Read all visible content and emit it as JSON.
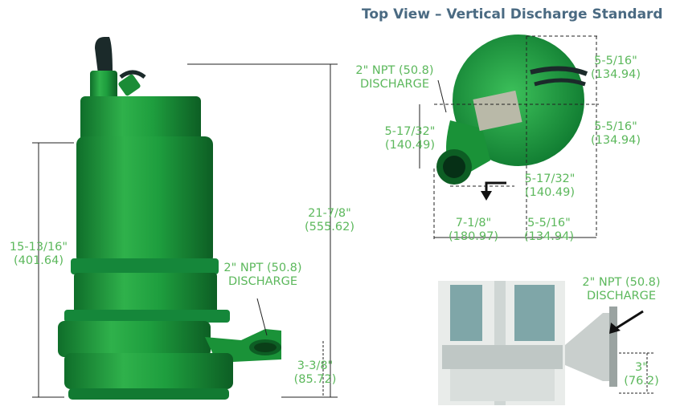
{
  "title": "Top View – Vertical Discharge Standard",
  "colors": {
    "body": "#1e9e3e",
    "dark": "#0d6a28",
    "light": "#48c05e",
    "dim": "#5cb85c",
    "title": "#4a6a82",
    "section": "#7fa6a8"
  },
  "labels": {
    "overall_height": "21-7/8\"",
    "overall_height_mm": "(555.62)",
    "motor_height": "15-13/16\"",
    "motor_height_mm": "(401.64)",
    "discharge_height": "3-3/8\"",
    "discharge_height_mm": "(85.72)",
    "side_discharge": "2\" NPT (50.8)",
    "side_discharge_2": "DISCHARGE",
    "top_discharge": "2\" NPT (50.8)",
    "top_discharge_2": "DISCHARGE",
    "top_right_upper": "5-5/16\"",
    "top_right_upper_mm": "(134.94)",
    "top_right_lower": "5-5/16\"",
    "top_right_lower_mm": "(134.94)",
    "top_left": "5-17/32\"",
    "top_left_mm": "(140.49)",
    "top_mid": "5-17/32\"",
    "top_mid_mm": "(140.49)",
    "bottom_left": "7-1/8\"",
    "bottom_left_mm": "(180.97)",
    "bottom_right": "5-5/16\"",
    "bottom_right_mm": "(134.94)",
    "section_discharge": "2\" NPT (50.8)",
    "section_discharge_2": "DISCHARGE",
    "flange_height": "3\"",
    "flange_height_mm": "(76.2)"
  }
}
